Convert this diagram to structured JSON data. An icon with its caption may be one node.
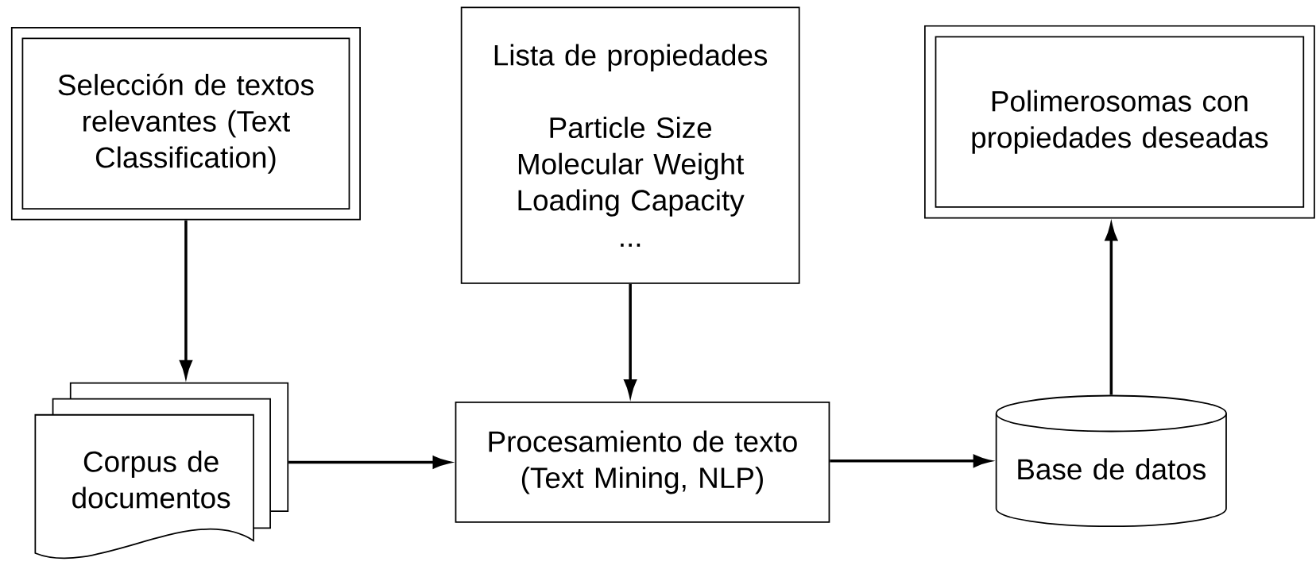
{
  "diagram": {
    "nodes": [
      {
        "text": [
          "Selección de textos relevantes (Text Classification)"
        ]
      },
      {
        "text": [
          "Lista de propiedades",
          "Particle Size",
          "Molecular Weight",
          "Loading Capacity",
          "..."
        ]
      },
      {
        "text": [
          "Polimerosomas con propiedades deseadas"
        ]
      },
      {
        "text": [
          "Corpus de documentos"
        ]
      },
      {
        "text": [
          "Procesamiento de texto (Text Mining, NLP)"
        ]
      },
      {
        "text": [
          "Base de datos"
        ]
      }
    ],
    "edges": [
      {
        "from": 0,
        "to": 3,
        "arrow": "to"
      },
      {
        "from": 1,
        "to": 4,
        "arrow": "to"
      },
      {
        "from": 3,
        "to": 4,
        "arrow": "to"
      },
      {
        "from": 4,
        "to": 5,
        "arrow": "to"
      },
      {
        "from": 5,
        "to": 2,
        "arrow": "to"
      }
    ]
  }
}
